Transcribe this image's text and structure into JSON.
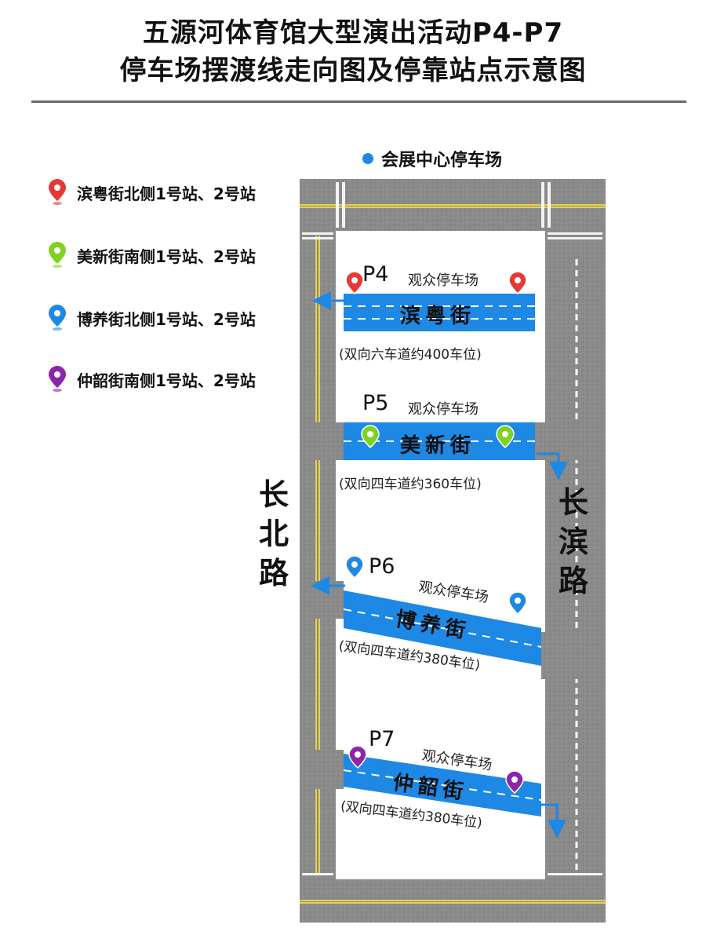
{
  "title": {
    "line1": "五源河体育馆大型演出活动P4-P7",
    "line2": "停车场摆渡线走向图及停靠站点示意图"
  },
  "header_marker": {
    "label": "会展中心停车场",
    "color": "#1e88e5"
  },
  "legend": [
    {
      "label": "滨粤街北侧1号站、2号站",
      "color": "#e53935",
      "icon": "red-pin-icon"
    },
    {
      "label": "美新街南侧1号站、2号站",
      "color": "#7ed321",
      "icon": "green-pin-icon"
    },
    {
      "label": "博养街北侧1号站、2号站",
      "color": "#1e88e5",
      "icon": "blue-pin-icon"
    },
    {
      "label": "仲韶街南侧1号站、2号站",
      "color": "#8e24aa",
      "icon": "purple-pin-icon"
    }
  ],
  "roads": {
    "left": "长北路",
    "right": "长滨路"
  },
  "lots": [
    {
      "id": "P4",
      "type": "观众停车场",
      "street": "滨粤街",
      "capacity": "(双向六车道约400车位)"
    },
    {
      "id": "P5",
      "type": "观众停车场",
      "street": "美新街",
      "capacity": "(双向四车道约360车位)"
    },
    {
      "id": "P6",
      "type": "观众停车场",
      "street": "博养街",
      "capacity": "(双向四车道约380车位)"
    },
    {
      "id": "P7",
      "type": "观众停车场",
      "street": "仲韶街",
      "capacity": "(双向四车道约380车位)"
    }
  ],
  "colors": {
    "asphalt": "#8c8c8c",
    "street_blue": "#1e88e5",
    "arrow": "#1e88e5"
  }
}
